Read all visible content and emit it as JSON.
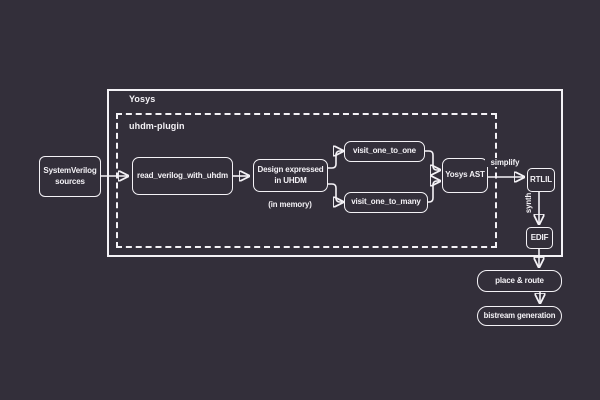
{
  "colors": {
    "background": "#332f3a",
    "stroke": "#f4f2f6"
  },
  "containers": {
    "yosys": {
      "label": "Yosys"
    },
    "uhdm_plugin": {
      "label": "uhdm-plugin"
    }
  },
  "nodes": {
    "sv_sources": {
      "line1": "SystemVerilog",
      "line2": "sources"
    },
    "read_verilog": {
      "label": "read_verilog_with_uhdm"
    },
    "design_uhdm": {
      "line1": "Design expressed",
      "line2": "in UHDM"
    },
    "visit_one_to_one": {
      "label": "visit_one_to_one"
    },
    "visit_one_to_many": {
      "label": "visit_one_to_many"
    },
    "yosys_ast": {
      "label": "Yosys AST"
    },
    "rtlil": {
      "label": "RTLIL"
    },
    "edif": {
      "label": "EDIF"
    },
    "place_route": {
      "label": "place & route"
    },
    "bitstream_generation": {
      "label": "bistream generation"
    }
  },
  "captions": {
    "in_memory": "(in memory)"
  },
  "edge_labels": {
    "simplify": "simplify",
    "synth": "synth"
  }
}
